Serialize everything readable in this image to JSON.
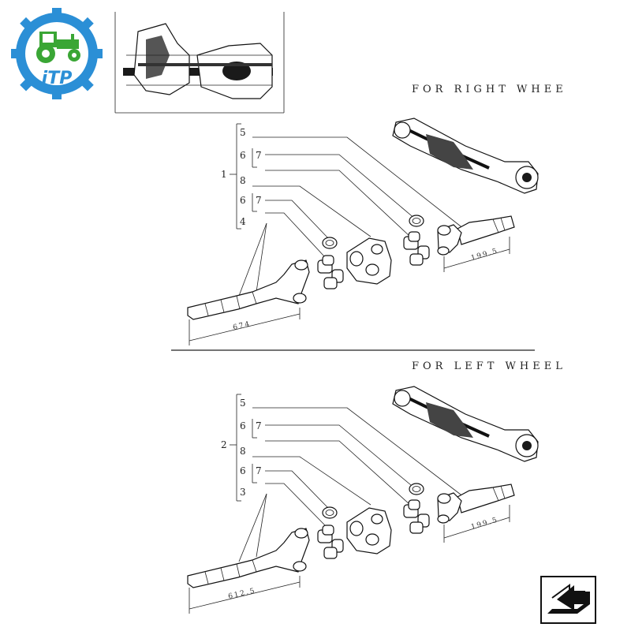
{
  "logo": {
    "text": "iTP",
    "colors": {
      "blue": "#2b8fd6",
      "green": "#3aa635"
    },
    "icon": "tractor-gear-icon"
  },
  "section_right": {
    "title": "FOR RIGHT WHEE",
    "group": "1",
    "refs": [
      "5",
      "6",
      "7",
      "8",
      "6",
      "7",
      "4"
    ],
    "dim_short": "199.5",
    "dim_long": "674"
  },
  "section_left": {
    "title": "FOR LEFT WHEEL",
    "group": "2",
    "refs": [
      "5",
      "6",
      "7",
      "8",
      "6",
      "7",
      "3"
    ],
    "dim_short": "199.5",
    "dim_long": "612.5"
  },
  "nav": {
    "icon": "next-page-arrow-icon"
  }
}
